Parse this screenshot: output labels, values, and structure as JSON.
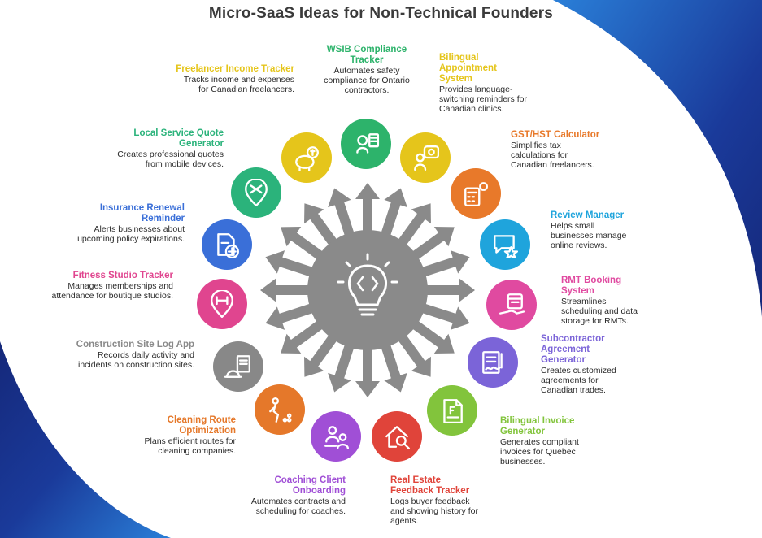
{
  "title": "Micro-SaaS Ideas for Non-Technical Founders",
  "center_icon": "lightbulb-code-icon",
  "colors": {
    "background_wave": "#1a3a9a",
    "hub": "#8a8a8a",
    "arrows": "#8a8a8a"
  },
  "ideas": [
    {
      "title": "WSIB Compliance Tracker",
      "desc": "Automates safety compliance for Ontario contractors.",
      "color": "#2db36b",
      "icon": "worker-checklist-icon"
    },
    {
      "title": "Bilingual Appointment System",
      "desc": "Provides language-switching reminders for Canadian clinics.",
      "color": "#e5c51b",
      "icon": "person-chat-icon"
    },
    {
      "title": "GST/HST Calculator",
      "desc": "Simplifies tax calculations for Canadian freelancers.",
      "color": "#e8792a",
      "icon": "calculator-gear-icon"
    },
    {
      "title": "Review Manager",
      "desc": "Helps small businesses manage online reviews.",
      "color": "#1fa4dc",
      "icon": "chat-star-icon"
    },
    {
      "title": "RMT Booking System",
      "desc": "Streamlines scheduling and data storage for RMTs.",
      "color": "#e04aa0",
      "icon": "hand-calendar-icon"
    },
    {
      "title": "Subcontractor Agreement Generator",
      "desc": "Creates customized agreements for Canadian trades.",
      "color": "#7b64d8",
      "icon": "contract-signature-icon"
    },
    {
      "title": "Bilingual Invoice Generator",
      "desc": "Generates compliant invoices for Quebec businesses.",
      "color": "#82c43c",
      "icon": "invoice-document-icon"
    },
    {
      "title": "Real Estate Feedback Tracker",
      "desc": "Logs buyer feedback and showing history for agents.",
      "color": "#e0443a",
      "icon": "house-search-icon"
    },
    {
      "title": "Coaching Client Onboarding",
      "desc": "Automates contracts and scheduling for coaches.",
      "color": "#a04fd6",
      "icon": "coach-client-icon"
    },
    {
      "title": "Cleaning Route Optimization",
      "desc": "Plans efficient routes for cleaning companies.",
      "color": "#e5782a",
      "icon": "route-person-icon"
    },
    {
      "title": "Construction Site Log App",
      "desc": "Records daily activity and incidents on construction sites.",
      "color": "#888888",
      "icon": "hardhat-clipboard-icon"
    },
    {
      "title": "Fitness Studio Tracker",
      "desc": "Manages memberships and attendance for boutique studios.",
      "color": "#e0458f",
      "icon": "dumbbell-pin-icon"
    },
    {
      "title": "Insurance Renewal Reminder",
      "desc": "Alerts businesses about upcoming policy expirations.",
      "color": "#3a6fd8",
      "icon": "document-plus-icon"
    },
    {
      "title": "Local Service Quote Generator",
      "desc": "Creates professional quotes from mobile devices.",
      "color": "#2bb37b",
      "icon": "map-pin-tools-icon"
    },
    {
      "title": "Freelancer Income Tracker",
      "desc": "Tracks income and expenses for Canadian freelancers.",
      "color": "#e5c51b",
      "icon": "piggy-bank-icon"
    }
  ]
}
